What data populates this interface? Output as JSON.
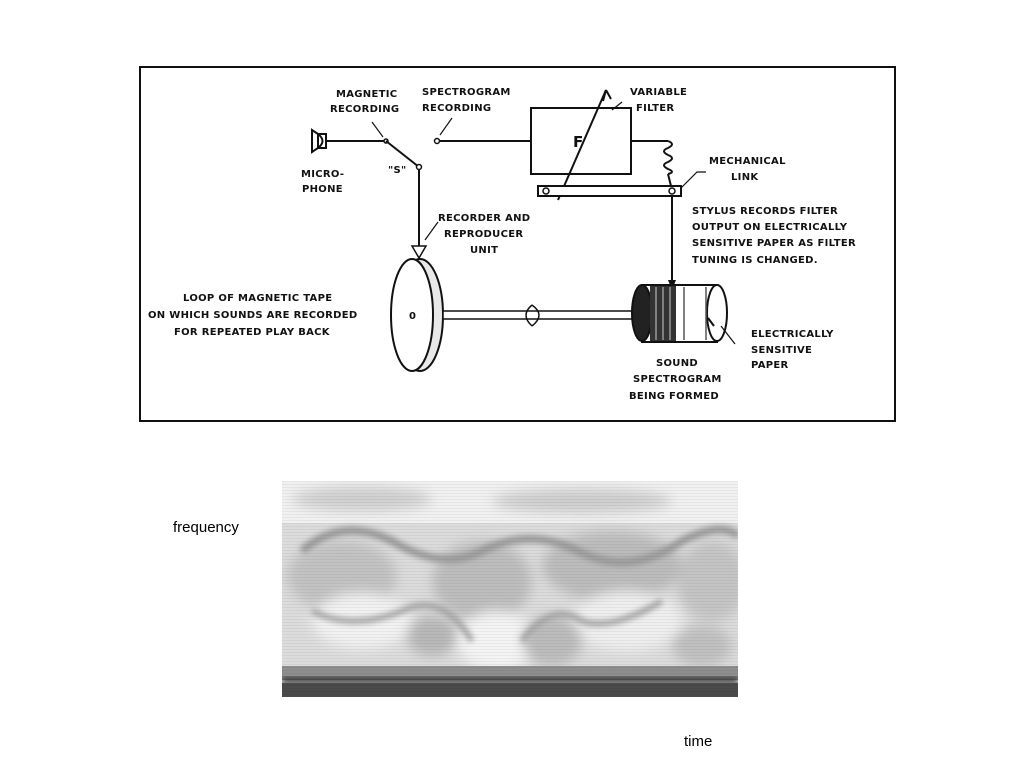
{
  "diagram": {
    "labels": {
      "magnetic_recording": [
        "MAGNETIC",
        "RECORDING"
      ],
      "spectrogram_recording": [
        "SPECTROGRAM",
        "RECORDING"
      ],
      "variable_filter": [
        "VARIABLE",
        "FILTER"
      ],
      "filter_symbol": "F",
      "microphone": [
        "MICRO-",
        "PHONE"
      ],
      "switch": "\"S\"",
      "mechanical_link": [
        "MECHANICAL",
        "LINK"
      ],
      "recorder_unit": [
        "RECORDER AND",
        "REPRODUCER",
        "UNIT"
      ],
      "stylus_note": [
        "STYLUS RECORDS FILTER",
        "OUTPUT ON ELECTRICALLY",
        "SENSITIVE PAPER AS FILTER",
        "TUNING IS CHANGED."
      ],
      "tape_loop": [
        "LOOP OF MAGNETIC TAPE",
        "ON WHICH SOUNDS ARE RECORDED",
        "FOR REPEATED PLAY BACK"
      ],
      "disk_mark": "0",
      "sensitive_paper": [
        "ELECTRICALLY",
        "SENSITIVE",
        "PAPER"
      ],
      "spectrogram_forming": [
        "SOUND",
        "SPECTROGRAM",
        "BEING FORMED"
      ]
    }
  },
  "spectrogram": {
    "y_axis_label": "frequency",
    "x_axis_label": "time"
  }
}
